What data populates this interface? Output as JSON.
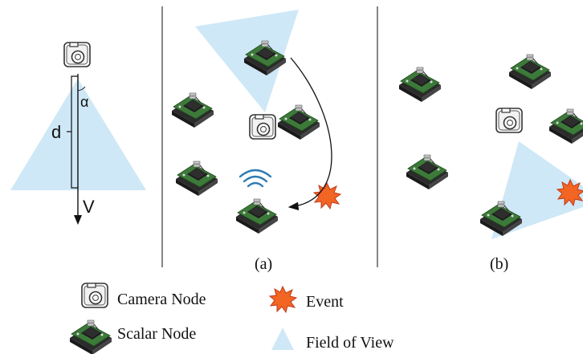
{
  "symbols": {
    "alpha": "α",
    "distance": "d",
    "vector": "V"
  },
  "panels": [
    {
      "label": "(a)"
    },
    {
      "label": "(b)"
    }
  ],
  "legend": {
    "camera_node": "Camera Node",
    "scalar_node": "Scalar Node",
    "event": "Event",
    "field_of_view": "Field of View"
  },
  "colors": {
    "field_of_view": "#cfe8f7",
    "event_fill": "#f26522",
    "event_stroke": "#c0391b",
    "board_green": "#3d7a3a",
    "board_dark": "#2a2a2a",
    "wifi": "#2e7bb5",
    "divider": "#444444"
  }
}
